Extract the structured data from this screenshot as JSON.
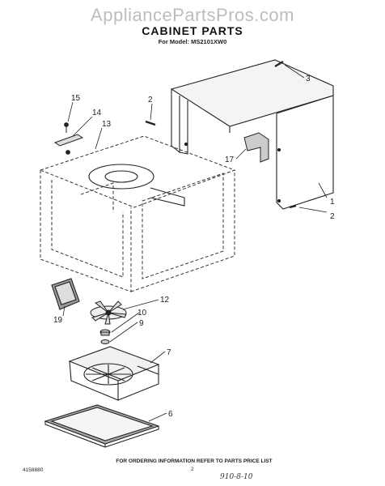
{
  "watermark": "AppliancePartsPros.com",
  "title": "CABINET PARTS",
  "model_line": "For Model: MS2101XW0",
  "callouts": {
    "c1": "1",
    "c2a": "2",
    "c2b": "2",
    "c3": "3",
    "c6": "6",
    "c7": "7",
    "c9": "9",
    "c10": "10",
    "c12": "12",
    "c13": "13",
    "c14": "14",
    "c15": "15",
    "c17": "17",
    "c19": "19"
  },
  "footer": {
    "note": "FOR ORDERING INFORMATION REFER TO PARTS PRICE LIST",
    "doc_number": "4158880",
    "page_number": "2",
    "handwritten": "910-8-10"
  }
}
